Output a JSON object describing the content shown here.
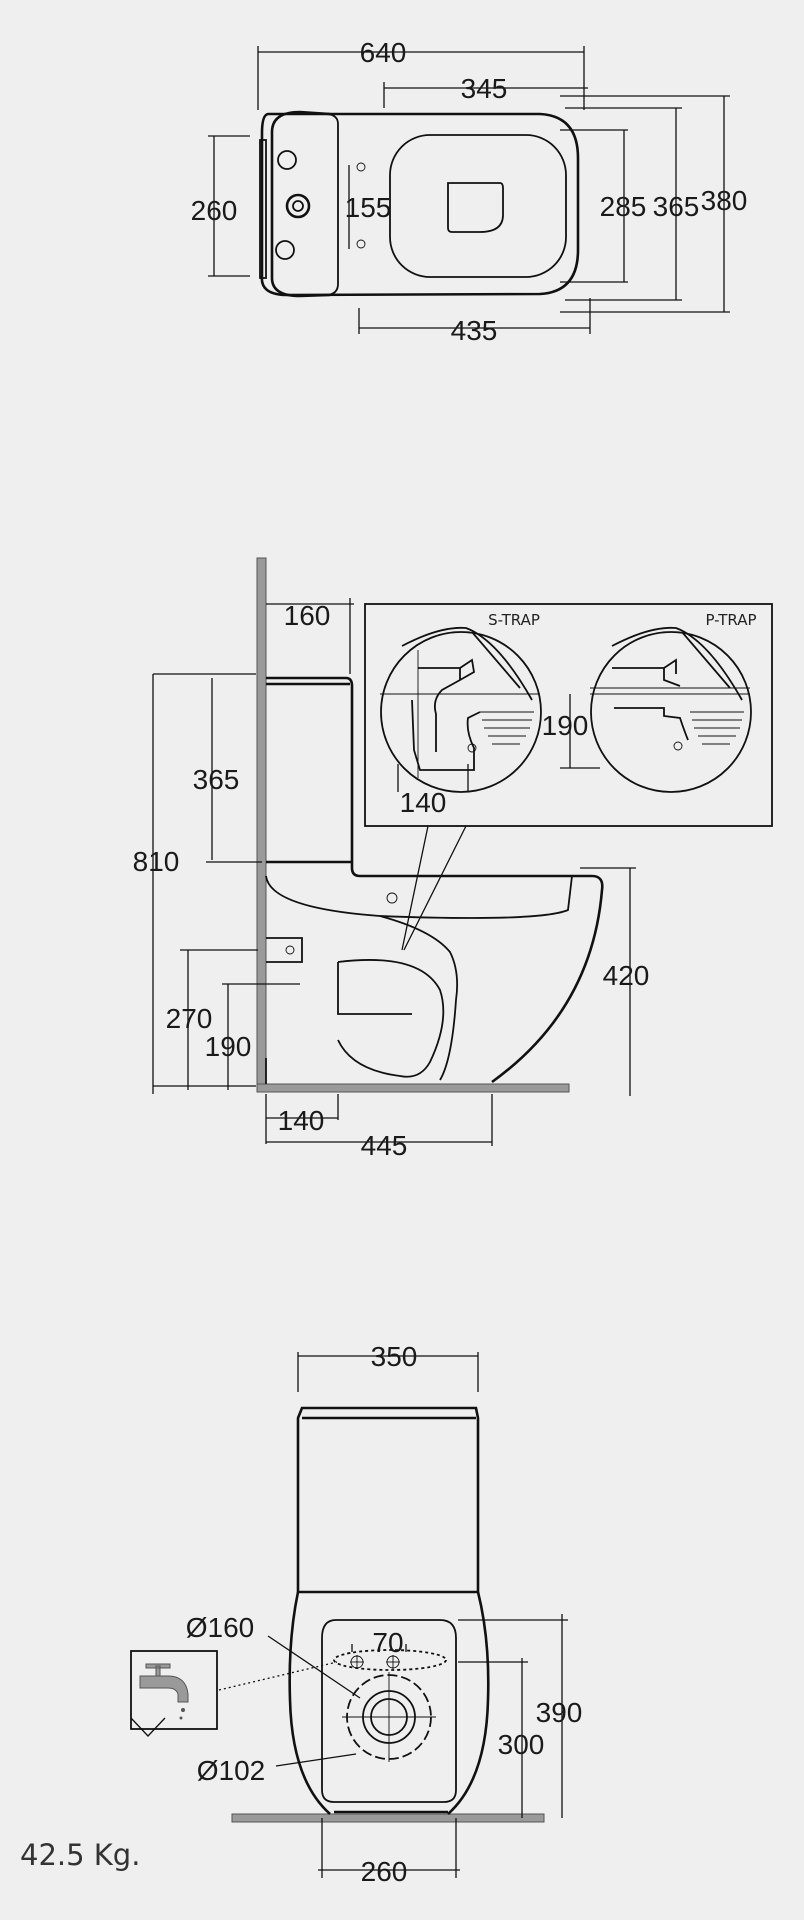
{
  "top_view": {
    "dims": [
      "640",
      "345",
      "260",
      "155",
      "285",
      "365",
      "380",
      "435"
    ]
  },
  "side_view": {
    "dims": [
      "160",
      "365",
      "810",
      "270",
      "190",
      "420",
      "140",
      "445"
    ],
    "detail": {
      "s_trap_label": "S-TRAP",
      "p_trap_label": "P-TRAP",
      "dims": [
        "190",
        "140"
      ]
    }
  },
  "front_view": {
    "dims": [
      "350",
      "Ø160",
      "70",
      "390",
      "300",
      "Ø102",
      "260"
    ]
  },
  "weight": "42.5 Kg."
}
